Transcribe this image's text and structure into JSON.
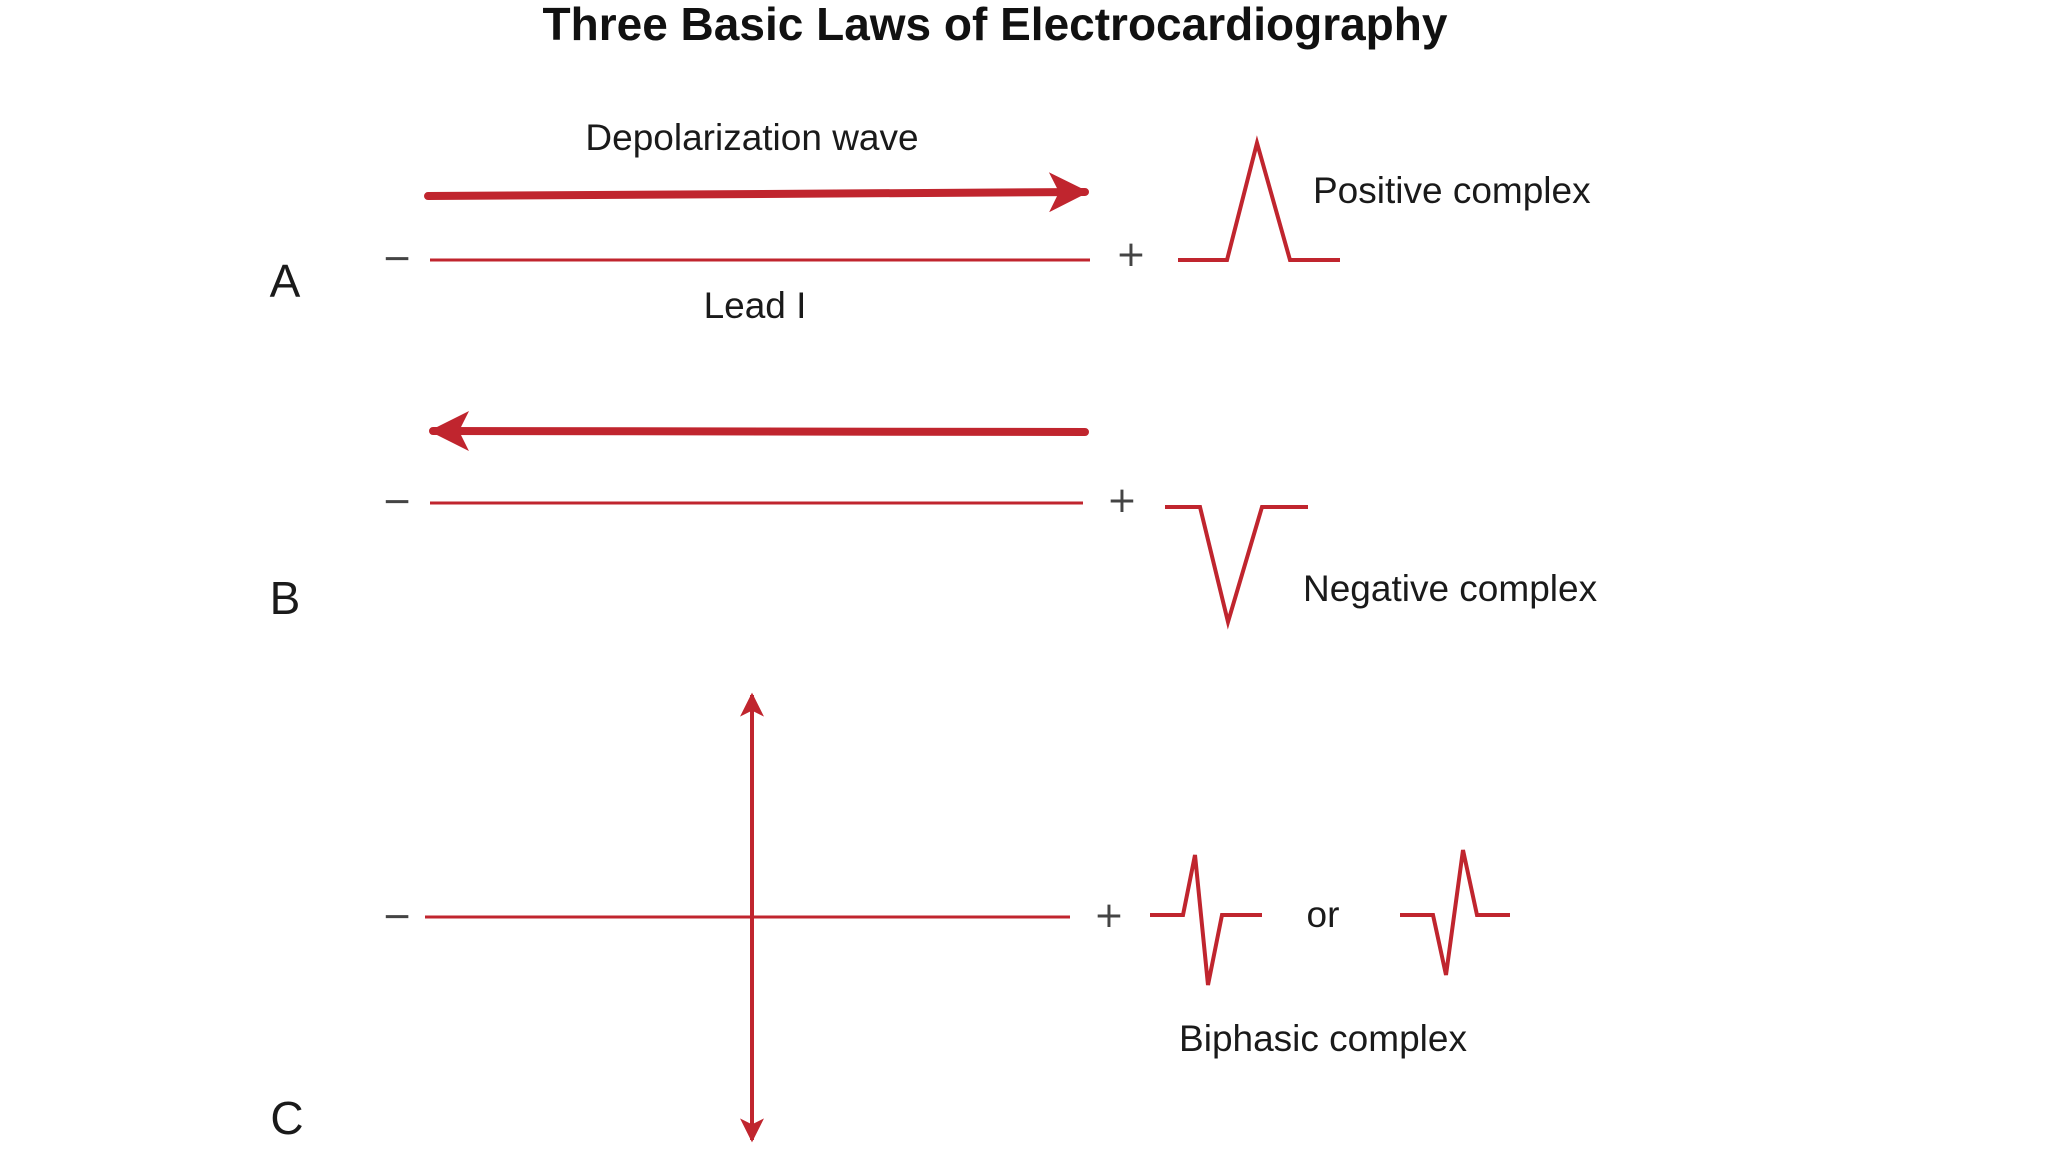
{
  "title": "Three Basic Laws of Electrocardiography",
  "colors": {
    "accent": "#c0252e",
    "text": "#1a1a1a"
  },
  "panels": {
    "a": {
      "letter": "A",
      "arrow_label": "Depolarization wave",
      "lead_label": "Lead I",
      "minus": "−",
      "plus": "+",
      "complex_label": "Positive complex"
    },
    "b": {
      "letter": "B",
      "minus": "−",
      "plus": "+",
      "complex_label": "Negative complex"
    },
    "c": {
      "letter": "C",
      "minus": "−",
      "plus": "+",
      "or_label": "or",
      "complex_label": "Biphasic complex"
    }
  }
}
